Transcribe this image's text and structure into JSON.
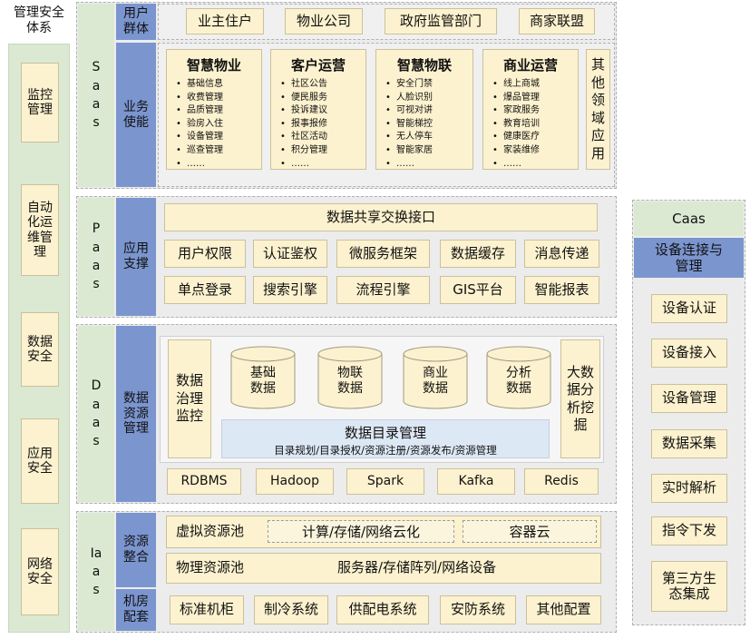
{
  "left": {
    "title": "管理安全体系",
    "items": [
      "监控管理",
      "自动化运维管理",
      "数据安全",
      "应用安全",
      "网络安全"
    ]
  },
  "saas": {
    "label": "Saas",
    "user_group": {
      "label": "用户群体",
      "items": [
        "业主住户",
        "物业公司",
        "政府监管部门",
        "商家联盟"
      ]
    },
    "business": {
      "label": "业务使能",
      "columns": [
        {
          "title": "智慧物业",
          "items": [
            "基础信息",
            "收费管理",
            "品质管理",
            "验房入住",
            "设备管理",
            "巡查管理",
            "……"
          ]
        },
        {
          "title": "客户运营",
          "items": [
            "社区公告",
            "便民服务",
            "投诉建议",
            "报事报修",
            "社区活动",
            "积分管理",
            "……"
          ]
        },
        {
          "title": "智慧物联",
          "items": [
            "安全门禁",
            "人脸识别",
            "可视对讲",
            "智能梯控",
            "无人停车",
            "智能家居",
            "……"
          ]
        },
        {
          "title": "商业运营",
          "items": [
            "线上商城",
            "爆品管理",
            "家政服务",
            "教育培训",
            "健康医疗",
            "家装维修",
            "……"
          ]
        }
      ],
      "other": "其他领域应用"
    }
  },
  "paas": {
    "label": "Paas",
    "side": "应用支撑",
    "top": "数据共享交换接口",
    "row1": [
      "用户权限",
      "认证鉴权",
      "微服务框架",
      "数据缓存",
      "消息传递"
    ],
    "row2": [
      "单点登录",
      "搜索引擎",
      "流程引擎",
      "GIS平台",
      "智能报表"
    ]
  },
  "daas": {
    "label": "Daas",
    "side": "数据资源管理",
    "governance": "数据治理监控",
    "cylinders": [
      "基础数据",
      "物联数据",
      "商业数据",
      "分析数据"
    ],
    "bigdata": "大数据分析挖掘",
    "catalog": {
      "title": "数据目录管理",
      "sub": "目录规划/目录授权/资源注册/资源发布/资源管理"
    },
    "tech": [
      "RDBMS",
      "Hadoop",
      "Spark",
      "Kafka",
      "Redis"
    ]
  },
  "iaas": {
    "label": "Iaas",
    "resource": "资源整合",
    "virtual": "虚拟资源池",
    "cloud": [
      "计算/存储/网络云化",
      "容器云"
    ],
    "physical": "物理资源池",
    "physical_detail": "服务器/存储阵列/网络设备",
    "room": "机房配套",
    "room_items": [
      "标准机柜",
      "制冷系统",
      "供配电系统",
      "安防系统",
      "其他配置"
    ]
  },
  "caas": {
    "label": "Caas",
    "header": "设备连接与管理",
    "items": [
      "设备认证",
      "设备接入",
      "设备管理",
      "数据采集",
      "实时解析",
      "指令下发",
      "第三方生态集成"
    ]
  }
}
